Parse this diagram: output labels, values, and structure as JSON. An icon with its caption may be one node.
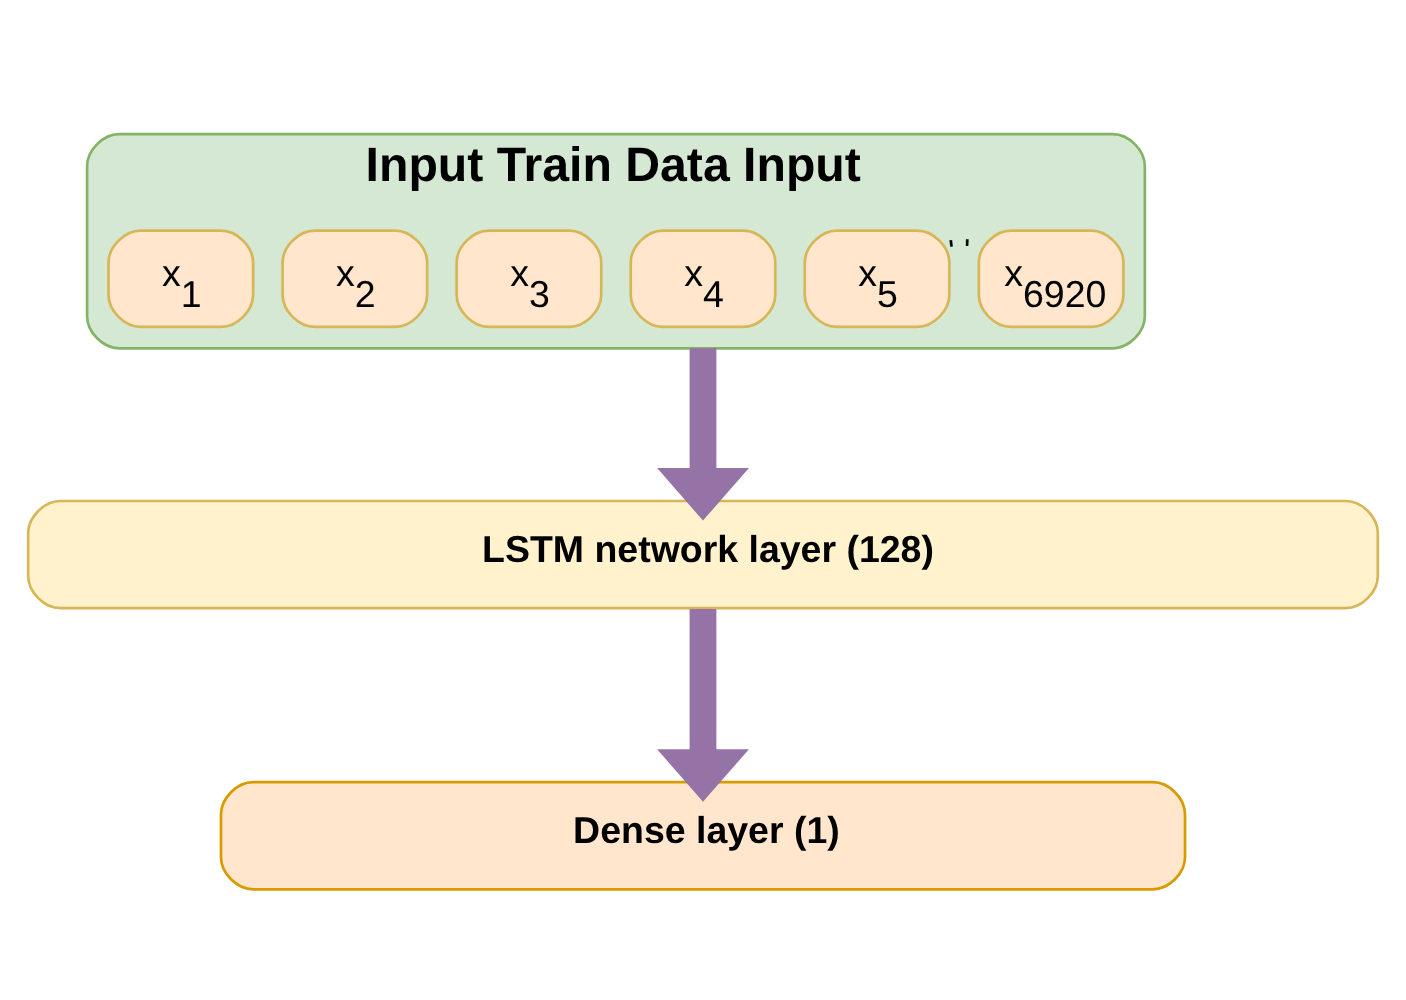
{
  "diagram": {
    "nodes": [
      {
        "text": [
          "Input Train Data Input"
        ]
      },
      {
        "text": [
          "x$_{1}$"
        ],
        "in": 0
      },
      {
        "text": [
          "x$_{2}$"
        ],
        "in": 0
      },
      {
        "text": [
          "x$_{3}$"
        ],
        "in": 0
      },
      {
        "text": [
          "x$_{4}$"
        ],
        "in": 0
      },
      {
        "text": [
          "x$_{5}$"
        ],
        "in": 0
      },
      {
        "text": [
          "x$_{6920}$"
        ],
        "in": 0
      },
      {
        "text": [
          "LSTM network layer (128)"
        ]
      },
      {
        "text": [
          "Dense layer (1)"
        ]
      }
    ],
    "edges": [
      {
        "from": 5,
        "to": 6,
        "arrow": "none",
        "style": "dashed",
        "color": "#000000"
      },
      {
        "from": 0,
        "to": 7,
        "arrow": "to"
      },
      {
        "from": 7,
        "to": 8,
        "arrow": "to"
      }
    ]
  }
}
